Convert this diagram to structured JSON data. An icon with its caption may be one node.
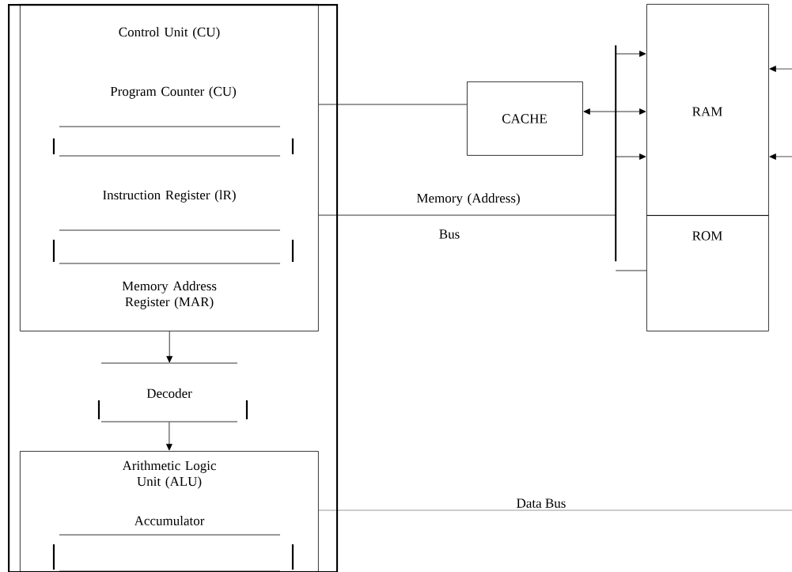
{
  "diagram": {
    "nodes": [
      {
        "text": [],
        "shape": "box"
      },
      {
        "text": [
          "Control Unit (CU)"
        ],
        "in": 0
      },
      {
        "text": [
          "Program Counter (CU)"
        ],
        "in": 1
      },
      {
        "text": [
          "Instruction Register (lR)"
        ],
        "in": 1
      },
      {
        "text": [
          "Decoder"
        ],
        "in": 0
      },
      {
        "text": [
          "Arithmetic Logic Unit (ALU)"
        ],
        "in": 0
      },
      {
        "text": [
          "Accumulator"
        ],
        "in": 5
      },
      {
        "text": [
          "CACHE"
        ]
      },
      {
        "text": [
          "RAM"
        ]
      },
      {
        "text": [
          "ROM"
        ]
      },
      {
        "text": [],
        "shape": "bar"
      }
    ],
    "edges": [
      {
        "from": 1,
        "to": 7,
        "arrow": "none"
      },
      {
        "from": 1,
        "to": 10,
        "arrow": "none"
      },
      {
        "from": 10,
        "to": 8,
        "arrow": "to"
      },
      {
        "from": 10,
        "to": 8,
        "arrow": "to"
      },
      {
        "from": 10,
        "to": 8,
        "arrow": "to"
      },
      {
        "from": 10,
        "to": 7,
        "arrow": "to"
      },
      {
        "from": 10,
        "to": 9,
        "arrow": "none"
      },
      {
        "from": null,
        "to": 8,
        "arrow": "to"
      },
      {
        "from": null,
        "to": 8,
        "arrow": "to"
      },
      {
        "from": 1,
        "to": 4,
        "arrow": "to"
      },
      {
        "from": 4,
        "to": 5,
        "arrow": "to"
      },
      {
        "from": 5,
        "to": null,
        "arrow": "none",
        "label": "Data Bus"
      }
    ],
    "labels": [
      "Memory Address Register (MAR)",
      "Memory (Address)",
      "Bus"
    ]
  }
}
